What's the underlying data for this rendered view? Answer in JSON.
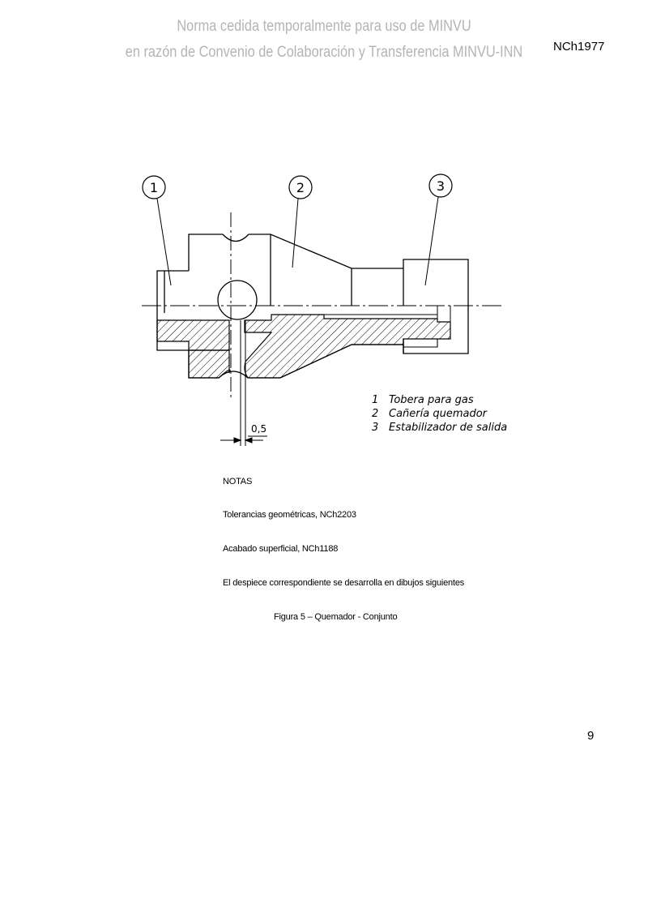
{
  "header": {
    "watermark_line1": "Norma cedida temporalmente para uso de MINVU",
    "watermark_line2": "en razón de Convenio de Colaboración y Transferencia MINVU-INN",
    "standard_code": "NCh1977"
  },
  "drawing": {
    "balloons": [
      "1",
      "2",
      "3"
    ],
    "dimension": "0,5",
    "legend": [
      {
        "number": "1",
        "text": "Tobera para gas"
      },
      {
        "number": "2",
        "text": "Cañería quemador"
      },
      {
        "number": "3",
        "text": "Estabilizador de salida"
      }
    ]
  },
  "notes": {
    "title": "NOTAS",
    "items": [
      "Tolerancias geométricas, NCh2203",
      "Acabado superficial, NCh1188",
      "El despiece correspondiente se desarrolla en dibujos siguientes"
    ]
  },
  "caption": "Figura 5 – Quemador - Conjunto",
  "page_number": "9"
}
